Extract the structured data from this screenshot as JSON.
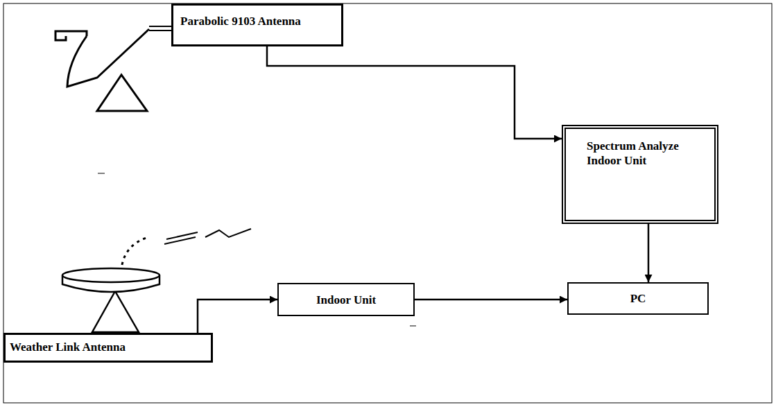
{
  "diagram": {
    "nodes": [
      {
        "text": [
          "Parabolic 9103 Antenna"
        ]
      },
      {
        "text": [
          "Spectrum Analyze Indoor Unit"
        ]
      },
      {
        "text": [
          "Indoor Unit"
        ]
      },
      {
        "text": [
          "PC"
        ]
      },
      {
        "text": [
          "Weather Link Antenna"
        ]
      }
    ],
    "edges": [
      {
        "from": 0,
        "to": 1,
        "arrow": "to"
      },
      {
        "from": 1,
        "to": 3,
        "arrow": "to"
      },
      {
        "from": 2,
        "to": 3,
        "arrow": "to"
      },
      {
        "from": 4,
        "to": 2,
        "arrow": "to"
      }
    ]
  }
}
